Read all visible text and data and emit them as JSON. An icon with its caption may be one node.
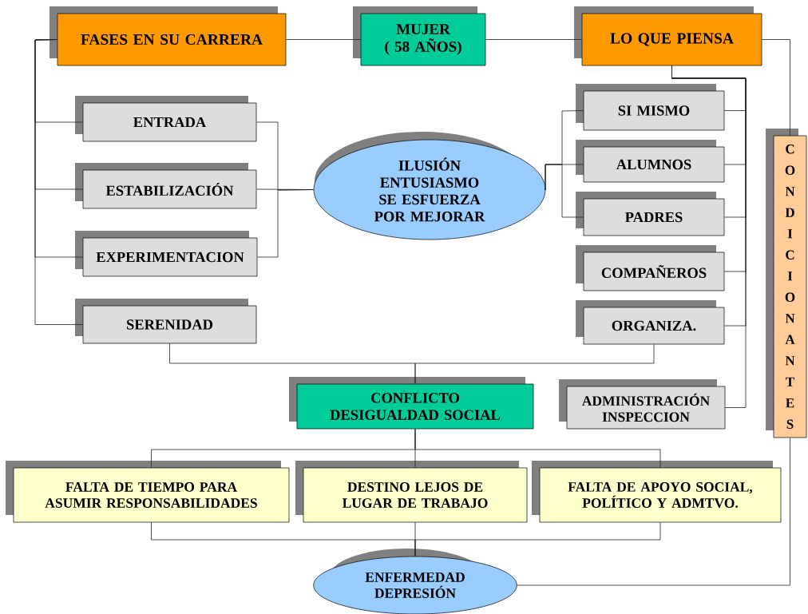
{
  "diagram": {
    "nodes": [
      {
        "text": [
          "FASES EN SU CARRERA"
        ]
      },
      {
        "text": [
          "MUJER",
          "( 58 AÑOS)"
        ]
      },
      {
        "text": [
          "LO QUE PIENSA"
        ]
      },
      {
        "text": [
          "ENTRADA"
        ]
      },
      {
        "text": [
          "ESTABILIZACIÓN"
        ]
      },
      {
        "text": [
          "EXPERIMENTACION"
        ]
      },
      {
        "text": [
          "SERENIDAD"
        ]
      },
      {
        "text": [
          "ILUSIÓN ENTUSIASMO SE ESFUERZA POR MEJORAR"
        ]
      },
      {
        "text": [
          "SI MISMO"
        ]
      },
      {
        "text": [
          "ALUMNOS"
        ]
      },
      {
        "text": [
          "PADRES"
        ]
      },
      {
        "text": [
          "COMPAÑEROS"
        ]
      },
      {
        "text": [
          "ORGANIZA."
        ]
      },
      {
        "text": [
          "CONFLICTO DESIGUALDAD SOCIAL"
        ]
      },
      {
        "text": [
          "ADMINISTRACIÓN INSPECCION"
        ]
      },
      {
        "text": [
          "CONDICIONANTES"
        ]
      },
      {
        "text": [
          "FALTA DE TIEMPO PARA ASUMIR RESPONSABILIDADES"
        ]
      },
      {
        "text": [
          "DESTINO LEJOS DE LUGAR DE TRABAJO"
        ]
      },
      {
        "text": [
          "FALTA DE APOYO SOCIAL, POLÍTICO Y ADMTVO."
        ]
      },
      {
        "text": [
          "ENFERMEDAD DEPRESIÓN"
        ]
      }
    ],
    "edges": [
      {
        "from": 0,
        "to": 1,
        "arrow": "none"
      },
      {
        "from": 1,
        "to": 2,
        "arrow": "none"
      },
      {
        "from": 0,
        "to": 3,
        "arrow": "none"
      },
      {
        "from": 0,
        "to": 4,
        "arrow": "none"
      },
      {
        "from": 0,
        "to": 5,
        "arrow": "none"
      },
      {
        "from": 0,
        "to": 6,
        "arrow": "none"
      },
      {
        "from": 3,
        "to": 7,
        "arrow": "none"
      },
      {
        "from": 4,
        "to": 7,
        "arrow": "none"
      },
      {
        "from": 5,
        "to": 7,
        "arrow": "none"
      },
      {
        "from": 7,
        "to": 8,
        "arrow": "none"
      },
      {
        "from": 7,
        "to": 9,
        "arrow": "none"
      },
      {
        "from": 7,
        "to": 10,
        "arrow": "none"
      },
      {
        "from": 2,
        "to": 8,
        "arrow": "none"
      },
      {
        "from": 2,
        "to": 9,
        "arrow": "none"
      },
      {
        "from": 2,
        "to": 10,
        "arrow": "none"
      },
      {
        "from": 2,
        "to": 11,
        "arrow": "none"
      },
      {
        "from": 2,
        "to": 12,
        "arrow": "none"
      },
      {
        "from": 2,
        "to": 14,
        "arrow": "none"
      },
      {
        "from": 2,
        "to": 15,
        "arrow": "none"
      },
      {
        "from": 6,
        "to": 13,
        "arrow": "none"
      },
      {
        "from": 12,
        "to": 13,
        "arrow": "none"
      },
      {
        "from": 13,
        "to": 16,
        "arrow": "none"
      },
      {
        "from": 13,
        "to": 17,
        "arrow": "none"
      },
      {
        "from": 13,
        "to": 18,
        "arrow": "none"
      },
      {
        "from": 16,
        "to": 19,
        "arrow": "none"
      },
      {
        "from": 17,
        "to": 19,
        "arrow": "none"
      },
      {
        "from": 18,
        "to": 19,
        "arrow": "none"
      },
      {
        "from": 15,
        "to": 19,
        "arrow": "none"
      }
    ]
  }
}
